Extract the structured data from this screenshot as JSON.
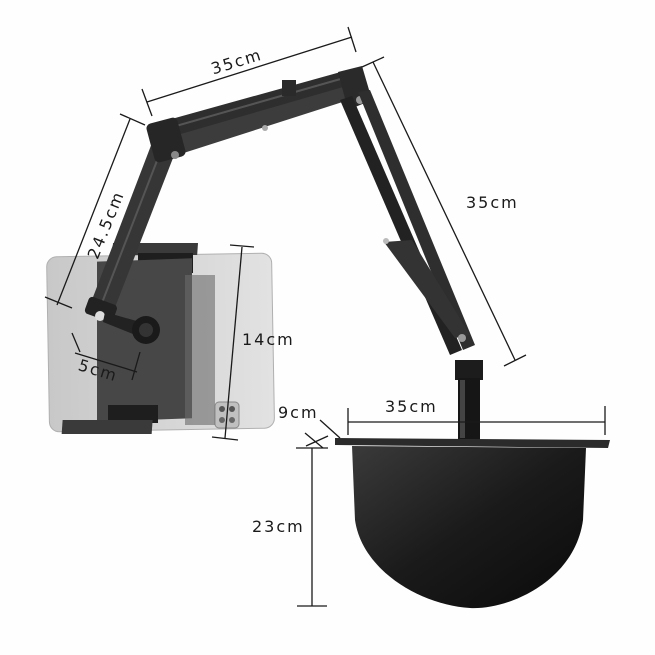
{
  "product": {
    "type": "tablet holder arm with base",
    "colors": {
      "arm": "#2e2e2e",
      "arm_highlight": "#4a4a4a",
      "base": "#151515",
      "tablet": "#d6d6d6",
      "dimension_line": "#1a1a1a"
    }
  },
  "dimensions": {
    "upper_arm_length": "35cm",
    "forearm_length": "24.5cm",
    "lower_arm_length": "35cm",
    "holder_height": "14cm",
    "mount_width": "5cm",
    "base_width": "35cm",
    "base_thickness": "9cm",
    "base_depth": "23cm"
  }
}
